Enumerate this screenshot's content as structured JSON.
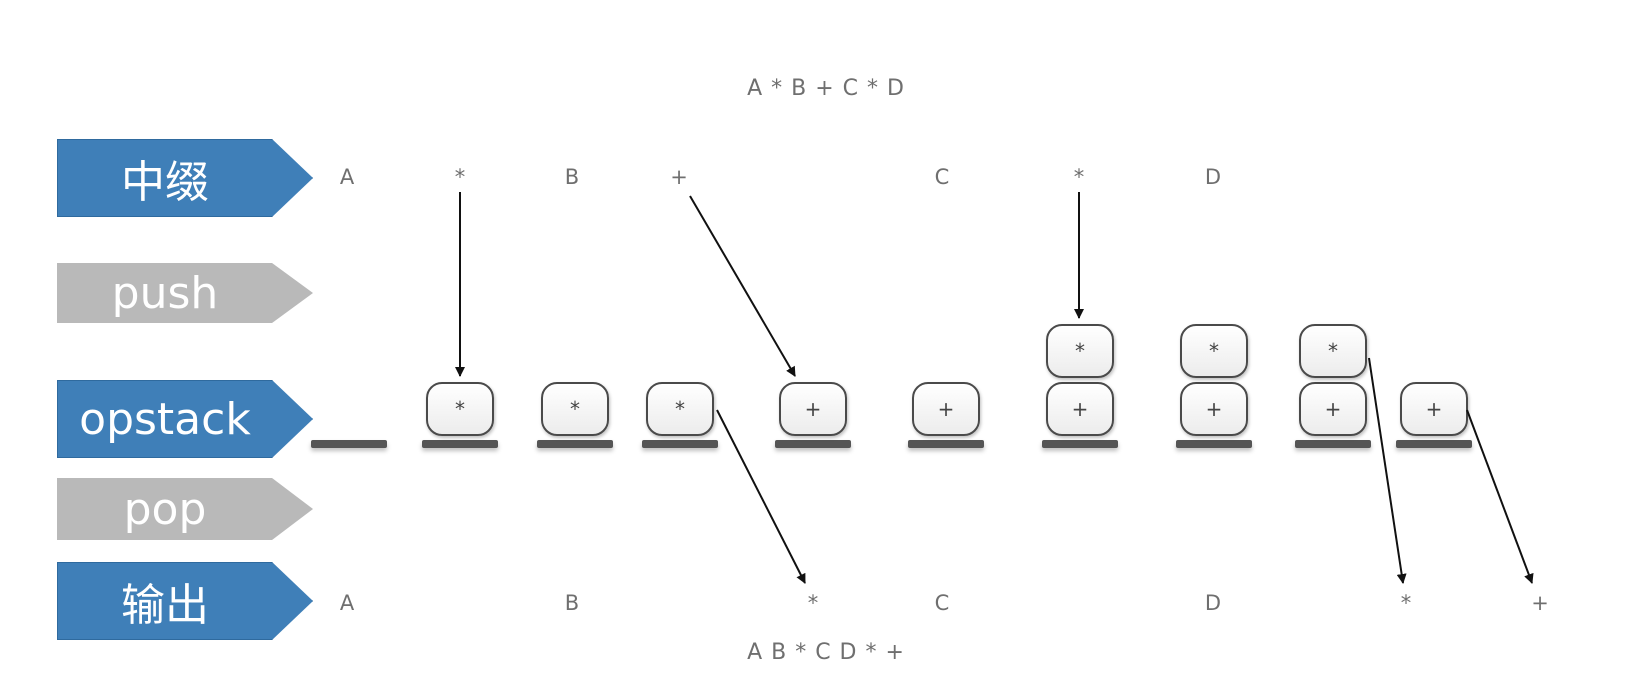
{
  "infix_expression": "A * B + C * D",
  "postfix_expression": "A B * C D * +",
  "row_labels": {
    "infix": "中缀",
    "push": "push",
    "opstack": "opstack",
    "pop": "pop",
    "output": "输出"
  },
  "infix_tokens": [
    "A",
    "*",
    "B",
    "+",
    "C",
    "*",
    "D"
  ],
  "output_tokens": [
    "A",
    "B",
    "*",
    "C",
    "D",
    "*",
    "+"
  ],
  "stack_states": [
    [],
    [
      "*"
    ],
    [
      "*"
    ],
    [
      "*"
    ],
    [
      "+"
    ],
    [
      "+"
    ],
    [
      "+",
      "*"
    ],
    [
      "+",
      "*"
    ],
    [
      "+",
      "*"
    ],
    [
      "+"
    ]
  ],
  "colors": {
    "label_blue": "#3f7fb8",
    "label_grey": "#b9b9b9",
    "token_text": "#6f6f6f"
  }
}
